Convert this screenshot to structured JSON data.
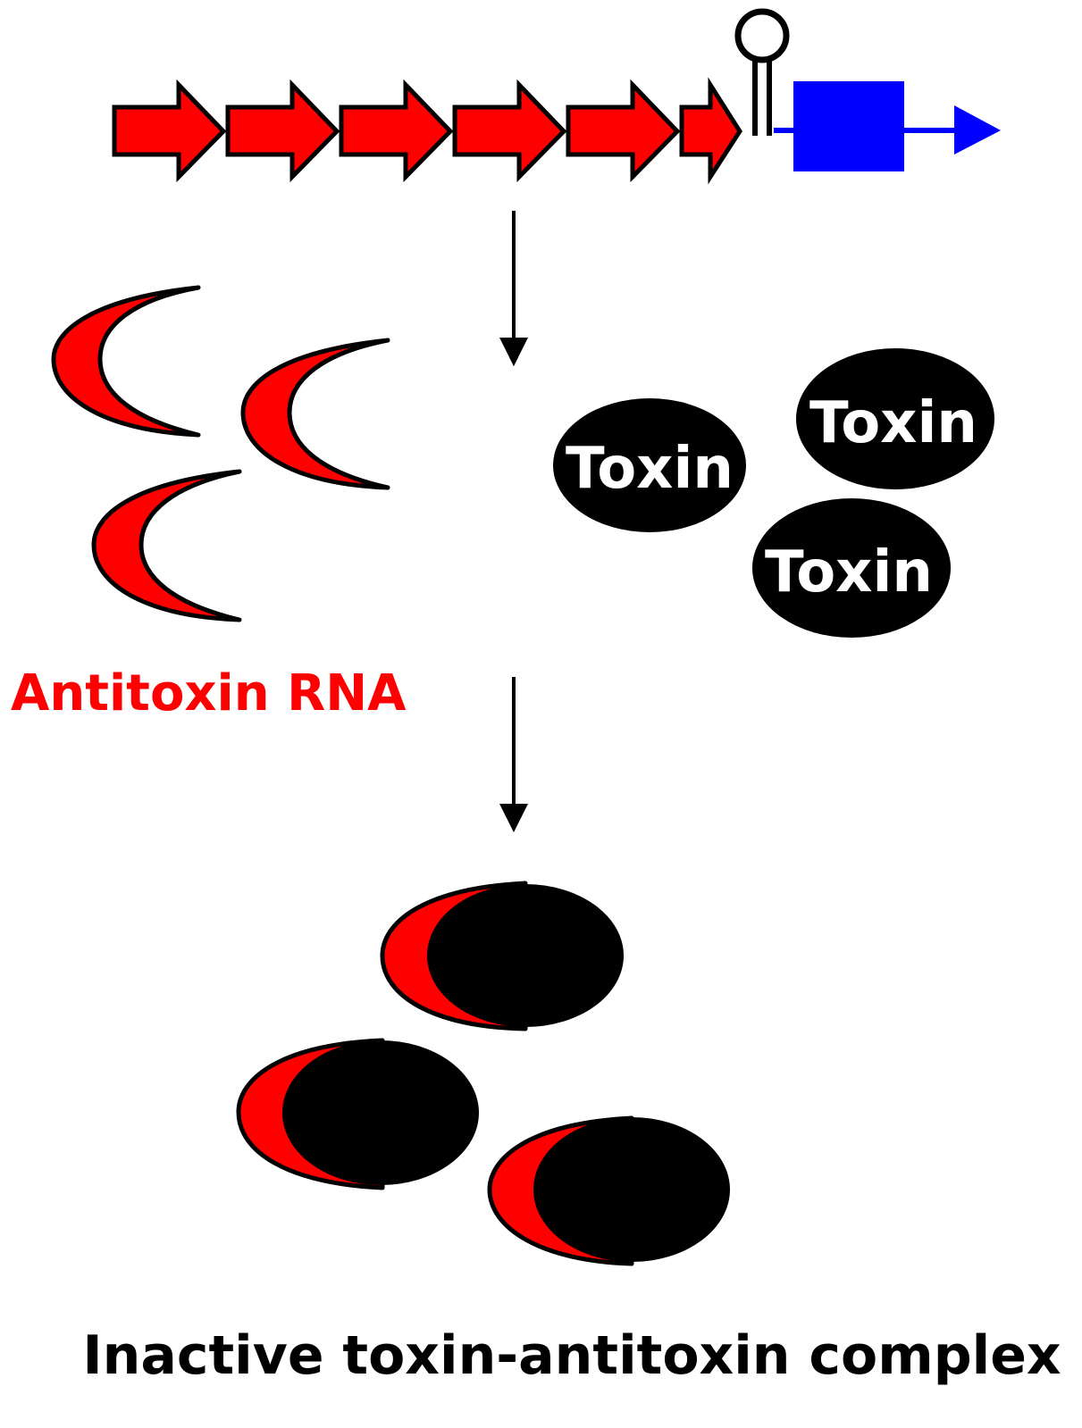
{
  "colors": {
    "antitoxin": "#ff0000",
    "toxin": "#000000",
    "gene": "#0000ff",
    "outline": "#000000",
    "toxin_text": "#ffffff"
  },
  "toxin": {
    "label": "Toxin"
  },
  "antitoxin": {
    "caption": "Antitoxin RNA"
  },
  "complex": {
    "caption": "Inactive toxin-antitoxin complex"
  }
}
